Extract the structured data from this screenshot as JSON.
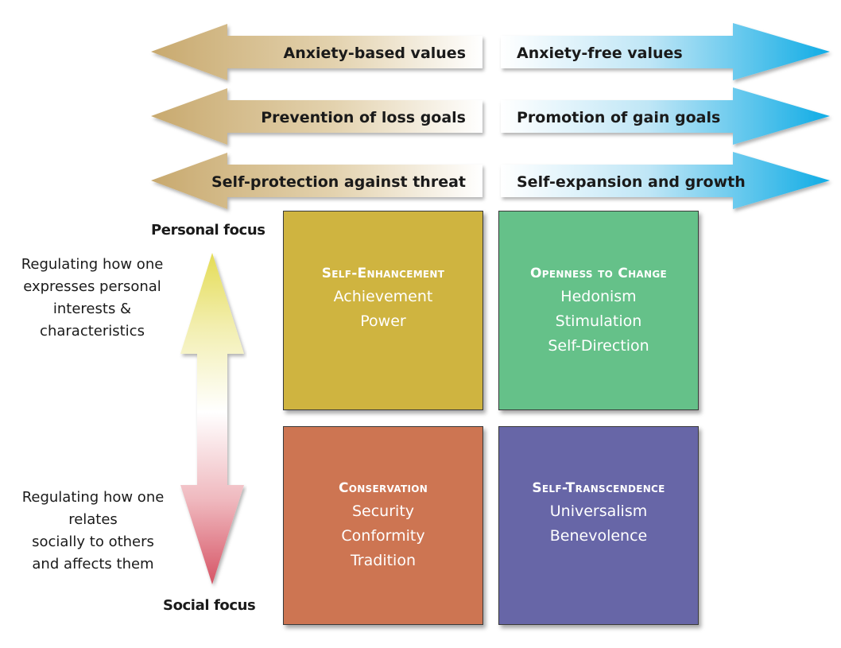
{
  "arrows": [
    {
      "left": "Anxiety-based values",
      "right": "Anxiety-free values"
    },
    {
      "left": "Prevention of loss goals",
      "right": "Promotion of gain goals"
    },
    {
      "left": "Self-protection against threat",
      "right": "Self-expansion and growth"
    }
  ],
  "axis": {
    "top_label": "Personal focus",
    "bottom_label": "Social focus",
    "top_description": [
      "Regulating how one",
      "expresses personal",
      "interests &",
      "characteristics"
    ],
    "bottom_description": [
      "Regulating how one",
      "relates",
      "socially to others",
      "and affects them"
    ]
  },
  "quadrants": {
    "self_enhancement": {
      "title": "Self-Enhancement",
      "items": [
        "Achievement",
        "Power"
      ],
      "color": "#cfb440"
    },
    "openness_to_change": {
      "title": "Openness to Change",
      "items": [
        "Hedonism",
        "Stimulation",
        "Self-Direction"
      ],
      "color": "#65c189"
    },
    "conservation": {
      "title": "Conservation",
      "items": [
        "Security",
        "Conformity",
        "Tradition"
      ],
      "color": "#cd7552"
    },
    "self_transcendence": {
      "title": "Self-Transcendence",
      "items": [
        "Universalism",
        "Benevolence"
      ],
      "color": "#6766a7"
    }
  },
  "colors": {
    "left_arrow": "#d0b27c",
    "right_arrow": "#11aee6",
    "vertical_top": "#e8e060",
    "vertical_bottom": "#d85b6a"
  }
}
